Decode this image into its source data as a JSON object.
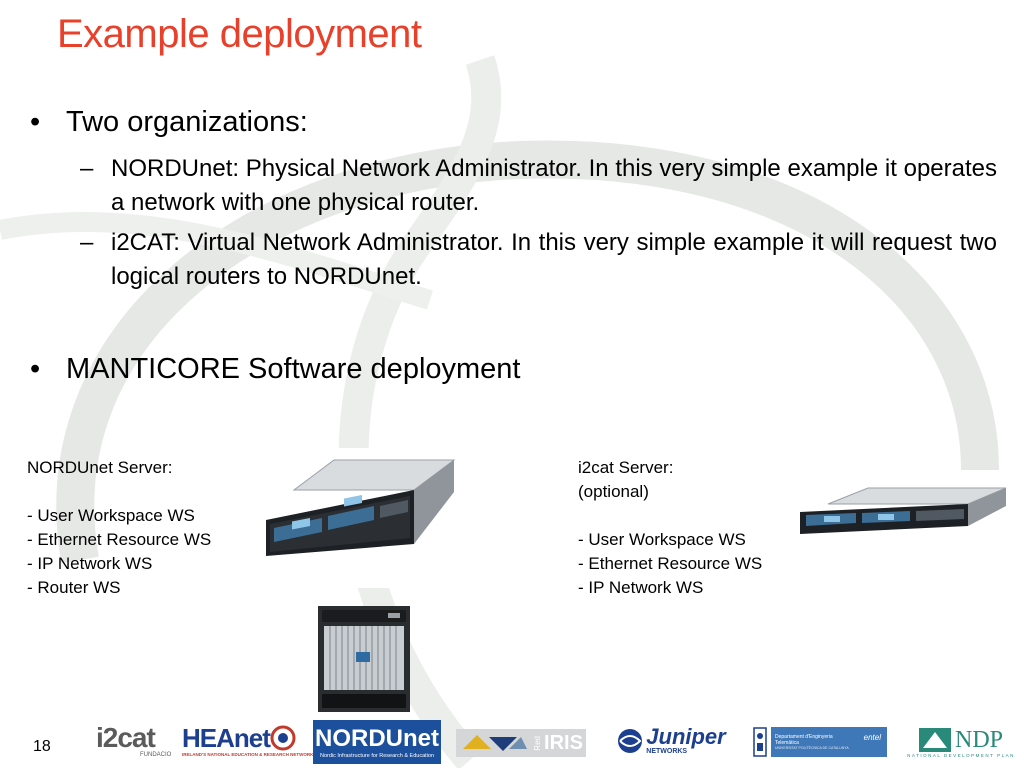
{
  "slide": {
    "title": "Example deployment",
    "page_number": "18",
    "bullets": [
      {
        "text": "Two organizations:",
        "subitems": [
          "NORDUnet: Physical Network Administrator. In this very simple example it operates a network with one physical router.",
          "i2CAT: Virtual Network Administrator. In this very simple example it will request two logical routers to NORDUnet."
        ]
      },
      {
        "text": "MANTICORE Software deployment"
      }
    ],
    "servers": [
      {
        "heading": "NORDUnet Server:",
        "items": [
          "- User Workspace WS",
          "- Ethernet Resource WS",
          "- IP Network WS",
          "- Router WS"
        ]
      },
      {
        "heading": "i2cat Server:",
        "subheading": "(optional)",
        "items": [
          "- User Workspace WS",
          "- Ethernet Resource WS",
          "- IP Network WS"
        ]
      }
    ],
    "dash": "–",
    "bullet_glyph": "•",
    "colors": {
      "title": "#e8402a",
      "arc": "#e4e6e4"
    }
  },
  "logos": {
    "i2cat": {
      "main": "i2cat",
      "sub": "FUNDACIO"
    },
    "heanet": {
      "main": "HEAnet",
      "sub": "IRELAND'S NATIONAL EDUCATION & RESEARCH NETWORK"
    },
    "nordunet": {
      "main": "NORDUnet",
      "sub": "Nordic Infrastructure for Research & Education"
    },
    "rediris": {
      "red": "Red",
      "main": "IRIS"
    },
    "juniper": {
      "main": "Juniper",
      "sub": "NETWORKS"
    },
    "upc": {
      "line1": "Departament d'Enginyeria",
      "line2": "Telemàtica",
      "line3": "UNIVERSITAT POLITÈCNICA DE CATALUNYA",
      "tag": "entel"
    },
    "ndp": {
      "main": "NDP",
      "sub": "NATIONAL DEVELOPMENT PLAN"
    }
  }
}
